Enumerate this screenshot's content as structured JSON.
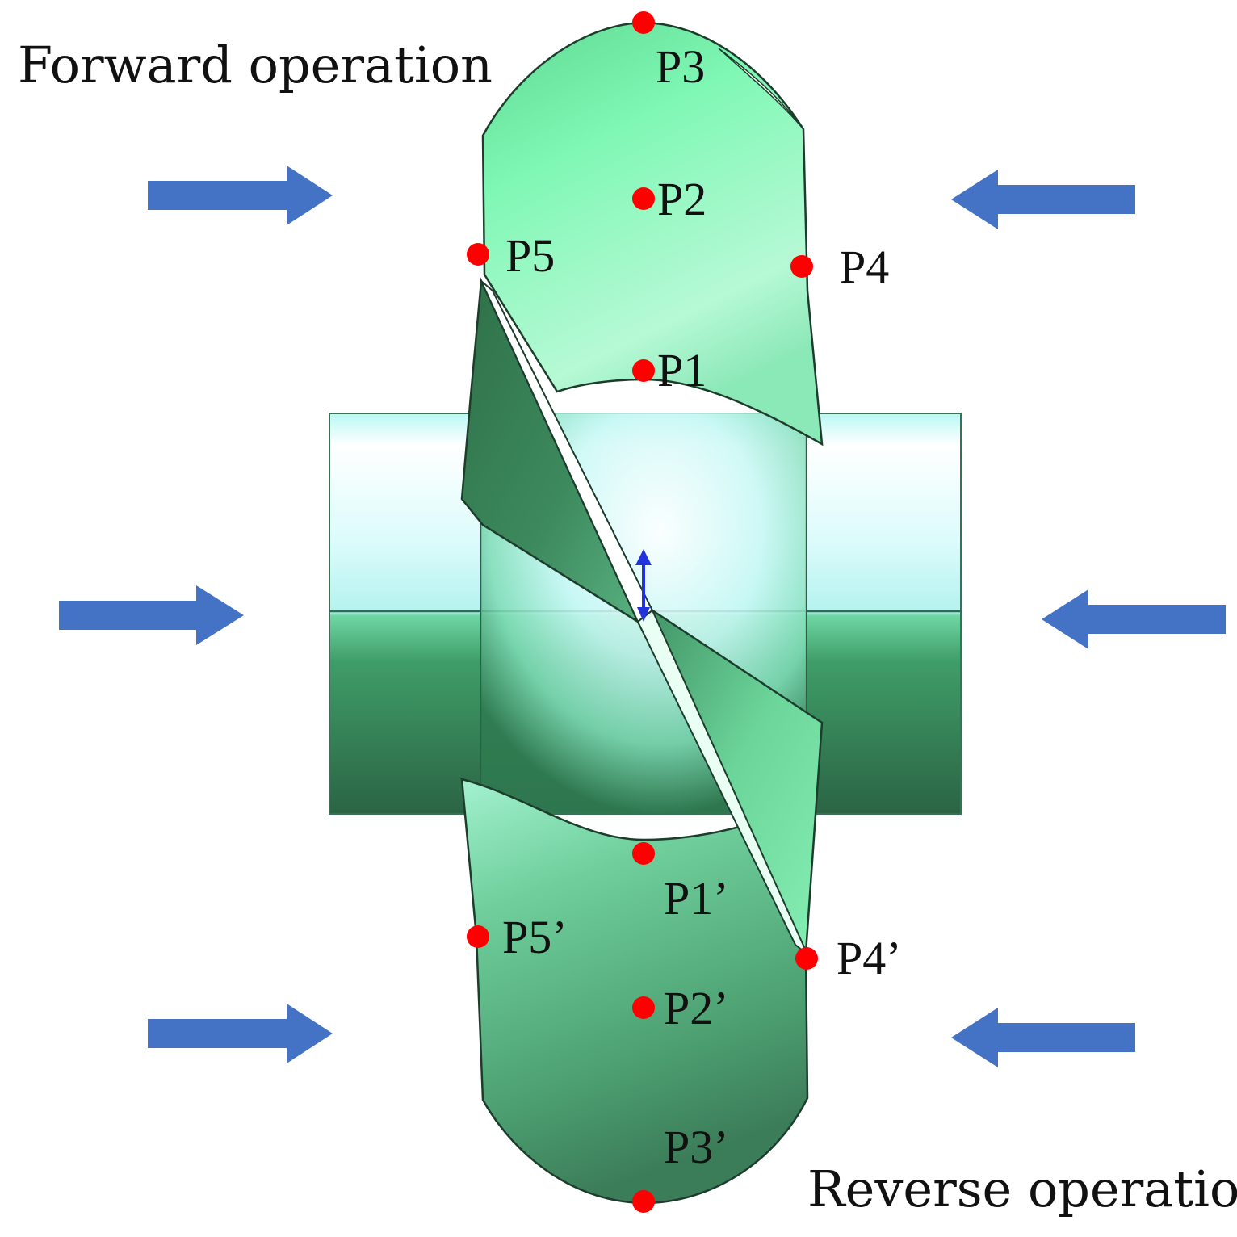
{
  "captions": {
    "forward": "Forward operation",
    "reverse": "Reverse operation"
  },
  "points": {
    "p1": "P1",
    "p2": "P2",
    "p3": "P3",
    "p4": "P4",
    "p5": "P5",
    "p1p": "P1’",
    "p2p": "P2’",
    "p3p": "P3’",
    "p4p": "P4’",
    "p5p": "P5’"
  },
  "colors": {
    "arrow": "#4472c4",
    "point": "#ff0000",
    "blade_light": "#7ef5b0",
    "blade_dark": "#3e8a5c",
    "hub_light": "#b8f8f5",
    "hub_dark": "#2e6e48"
  }
}
